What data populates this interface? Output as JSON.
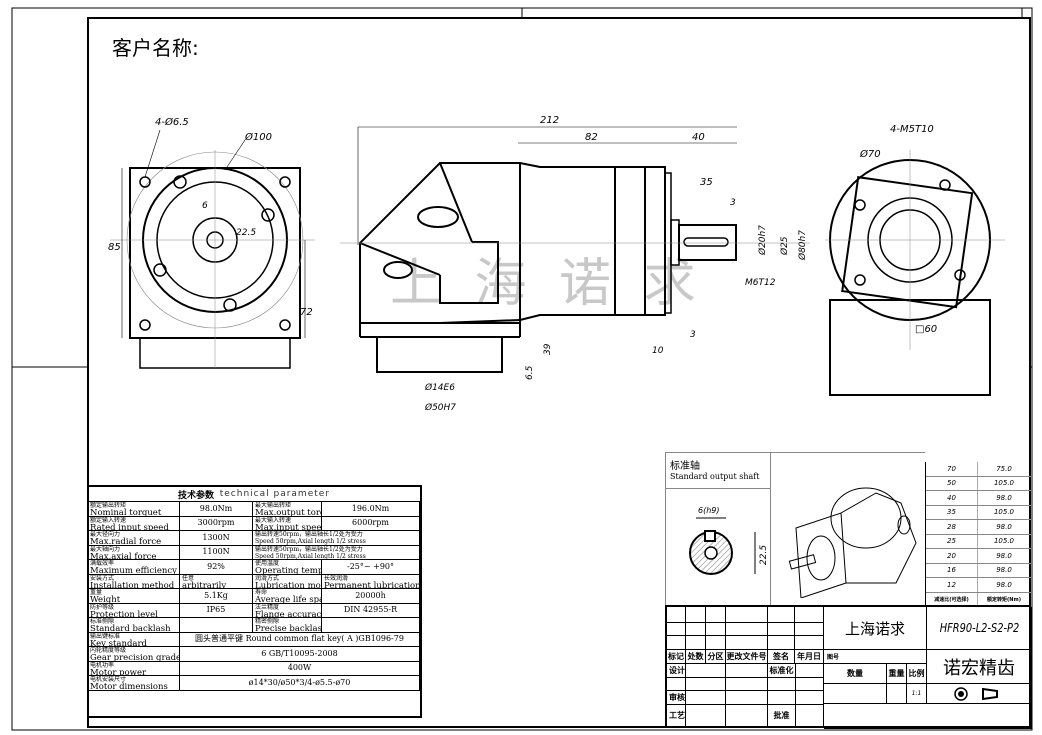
{
  "header": {
    "customer_label": "客户名称:"
  },
  "watermark": "上 海 诺 求",
  "dims": {
    "front": {
      "holes": "4-Ø6.5",
      "pcd": "Ø100",
      "key_width": "6",
      "height": "22.5",
      "square": "85",
      "center": "72"
    },
    "side": {
      "total": "212",
      "body": "82",
      "shaft_len": "40",
      "shaft_key": "35",
      "key_off": "3",
      "d_shaft": "Ø20h7",
      "d_shoulder": "Ø25",
      "d_pilot": "Ø80h7",
      "thread": "M6T12",
      "flange": "3",
      "flange_thk": "10",
      "input_h": "39",
      "input_off": "6.5",
      "d_input": "Ø14E6",
      "d_input_pilot": "Ø50H7"
    },
    "rear": {
      "holes": "4-M5T10",
      "pcd": "Ø70",
      "square": "□60"
    }
  },
  "shaft_section": {
    "title_cn": "标准轴",
    "title_en": "Standard output shaft",
    "key": "6(h9)",
    "height": "22.5"
  },
  "ratio_table": {
    "rows": [
      [
        "70",
        "75.0"
      ],
      [
        "50",
        "105.0"
      ],
      [
        "40",
        "98.0"
      ],
      [
        "35",
        "105.0"
      ],
      [
        "28",
        "98.0"
      ],
      [
        "25",
        "105.0"
      ],
      [
        "20",
        "98.0"
      ],
      [
        "16",
        "98.0"
      ],
      [
        "12",
        "98.0"
      ]
    ],
    "header": [
      "减速比(可选择)",
      "额定转矩(Nm)"
    ]
  },
  "param_table": {
    "title_cn": "技术参数",
    "title_en": "technical parameter",
    "rows": [
      {
        "l1cn": "额定输出转矩",
        "l1en": "Nominal torquet",
        "v1": "98.0Nm",
        "l2cn": "最大输出转矩",
        "l2en": "Max.output torque",
        "v2": "196.0Nm"
      },
      {
        "l1cn": "额定输入转速",
        "l1en": "Rated input speed",
        "v1": "3000rpm",
        "l2cn": "最大输入转速",
        "l2en": "Max.input speed",
        "v2": "6000rpm"
      },
      {
        "l1cn": "最大径向力",
        "l1en": "Max.radial force",
        "v1": "1300N",
        "l2cn": "输出转速50rpm，输出轴长1/2处为受力",
        "l2en": "Speed 50rpm,Axial length 1/2 stress"
      },
      {
        "l1cn": "最大轴向力",
        "l1en": "Max.axial force",
        "v1": "1100N",
        "l2cn": "输出转速50rpm，输出轴长1/2处为受力",
        "l2en": "Speed 50rpm,Axial length 1/2 stress"
      },
      {
        "l1cn": "满载效率",
        "l1en": "Maximum efficiency",
        "v1": "92%",
        "l2cn": "使用温度",
        "l2en": "Operating temp",
        "v2": "-25°~ +90°"
      },
      {
        "l1cn": "安装方式",
        "l1en": "Installation method",
        "v1cn": "任意",
        "v1": "arbitrarily",
        "l2cn": "润滑方式",
        "l2en": "Lubrication mode",
        "v2cn": "长效润滑",
        "v2": "Permanent lubrication"
      },
      {
        "l1cn": "重量",
        "l1en": "Weight",
        "v1": "5.1Kg",
        "l2cn": "寿命",
        "l2en": "Average life span",
        "v2": "20000h"
      },
      {
        "l1cn": "防护等级",
        "l1en": "Protection level",
        "v1": "IP65",
        "l2cn": "法兰精度",
        "l2en": "Flange accuracy",
        "v2": "DIN 42955-R"
      },
      {
        "l1cn": "标准侧隙",
        "l1en": "Standard backlash",
        "v1": "",
        "l2cn": "精密侧隙",
        "l2en": "Precise backlash",
        "v2": ""
      }
    ],
    "wide_rows": [
      {
        "lcn": "输出键标准",
        "len": "Key standard",
        "v": "圆头普通平键 Round common flat key( A )GB1096-79"
      },
      {
        "lcn": "内轮精度等级",
        "len": "Gear precision grade",
        "v": "6 GB/T10095-2008"
      },
      {
        "lcn": "电机功率",
        "len": "Motor power",
        "v": "400W"
      },
      {
        "lcn": "电机安装尺寸",
        "len": "Motor  dimensions",
        "v": "ø14*30/ø50*3/4-ø5.5-ø70"
      }
    ]
  },
  "title_block": {
    "company": "上海诺求",
    "model": "HFR90-L2-S2-P2",
    "brand": "诺宏精齿",
    "headers": [
      "标记",
      "处数",
      "分区",
      "更改文件号",
      "签名",
      "年月日"
    ],
    "design": "设计",
    "standardize": "标准化",
    "review": "审核",
    "process": "工艺",
    "approve": "批准",
    "drawing_no": "图号",
    "qty": "数量",
    "weight": "重量",
    "scale": "比例",
    "scale_value": "1:1"
  }
}
